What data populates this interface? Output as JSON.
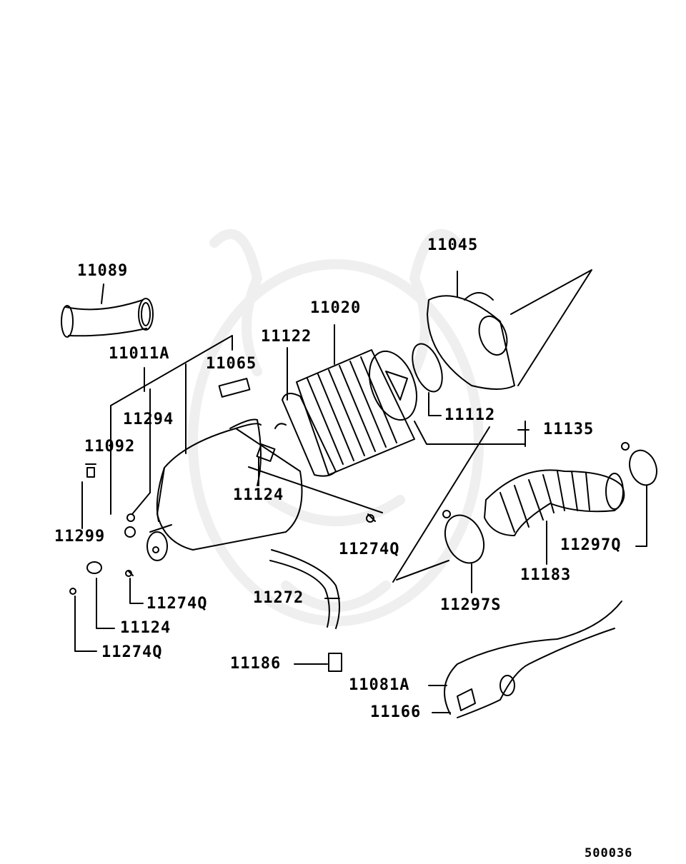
{
  "diagram": {
    "parts": {
      "p11089": "11089",
      "p11011a": "11011A",
      "p11065": "11065",
      "p11294": "11294",
      "p11092": "11092",
      "p11299": "11299",
      "p11122": "11122",
      "p11020": "11020",
      "p11045": "11045",
      "p11112": "11112",
      "p11135": "11135",
      "p11124_a": "11124",
      "p11274q_a": "11274Q",
      "p11274q_b": "11274Q",
      "p11124_b": "11124",
      "p11274q_c": "11274Q",
      "p11272": "11272",
      "p11186": "11186",
      "p11297s": "11297S",
      "p11183": "11183",
      "p11297q": "11297Q",
      "p11081a": "11081A",
      "p11166": "11166"
    },
    "drawing_number": "500036",
    "colors": {
      "ink": "#000000",
      "watermark": "#f2f2f2"
    }
  }
}
